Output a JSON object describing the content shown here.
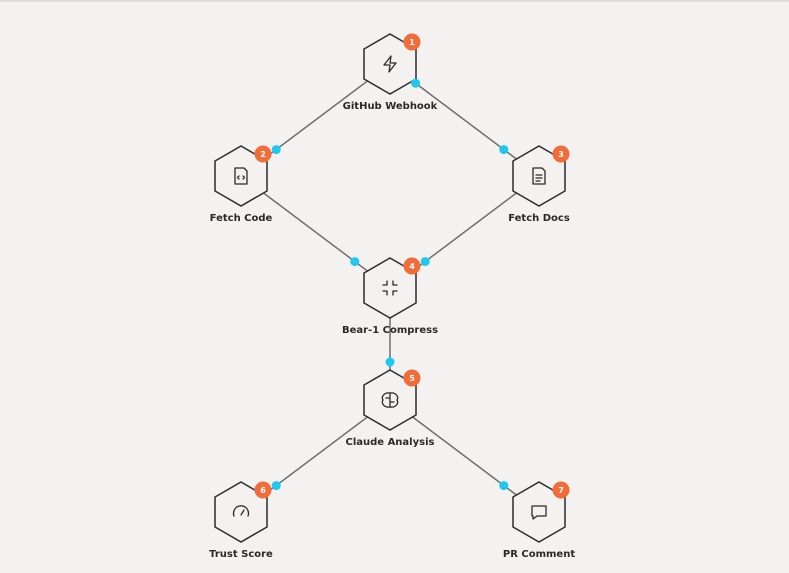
{
  "colors": {
    "background": "#f3f2f1",
    "edge": "#6e6e6e",
    "node_stroke": "#2b2b2b",
    "node_fill": "#f3f2f1",
    "badge": "#f26c3a",
    "connector_dot": "#1ec8ef"
  },
  "nodes": [
    {
      "id": "github-webhook",
      "label": "GitHub Webhook",
      "badge": "1",
      "icon": "lightning-icon"
    },
    {
      "id": "fetch-code",
      "label": "Fetch Code",
      "badge": "2",
      "icon": "code-file-icon"
    },
    {
      "id": "fetch-docs",
      "label": "Fetch Docs",
      "badge": "3",
      "icon": "document-icon"
    },
    {
      "id": "bear-1-compress",
      "label": "Bear-1 Compress",
      "badge": "4",
      "icon": "compress-arrows-icon"
    },
    {
      "id": "claude-analysis",
      "label": "Claude Analysis",
      "badge": "5",
      "icon": "brain-icon"
    },
    {
      "id": "trust-score",
      "label": "Trust Score",
      "badge": "6",
      "icon": "gauge-icon"
    },
    {
      "id": "pr-comment",
      "label": "PR Comment",
      "badge": "7",
      "icon": "comment-icon"
    }
  ],
  "edges": [
    {
      "from": "github-webhook",
      "to": "fetch-code"
    },
    {
      "from": "github-webhook",
      "to": "fetch-docs"
    },
    {
      "from": "fetch-code",
      "to": "bear-1-compress"
    },
    {
      "from": "fetch-docs",
      "to": "bear-1-compress"
    },
    {
      "from": "bear-1-compress",
      "to": "claude-analysis"
    },
    {
      "from": "claude-analysis",
      "to": "trust-score"
    },
    {
      "from": "claude-analysis",
      "to": "pr-comment"
    }
  ]
}
